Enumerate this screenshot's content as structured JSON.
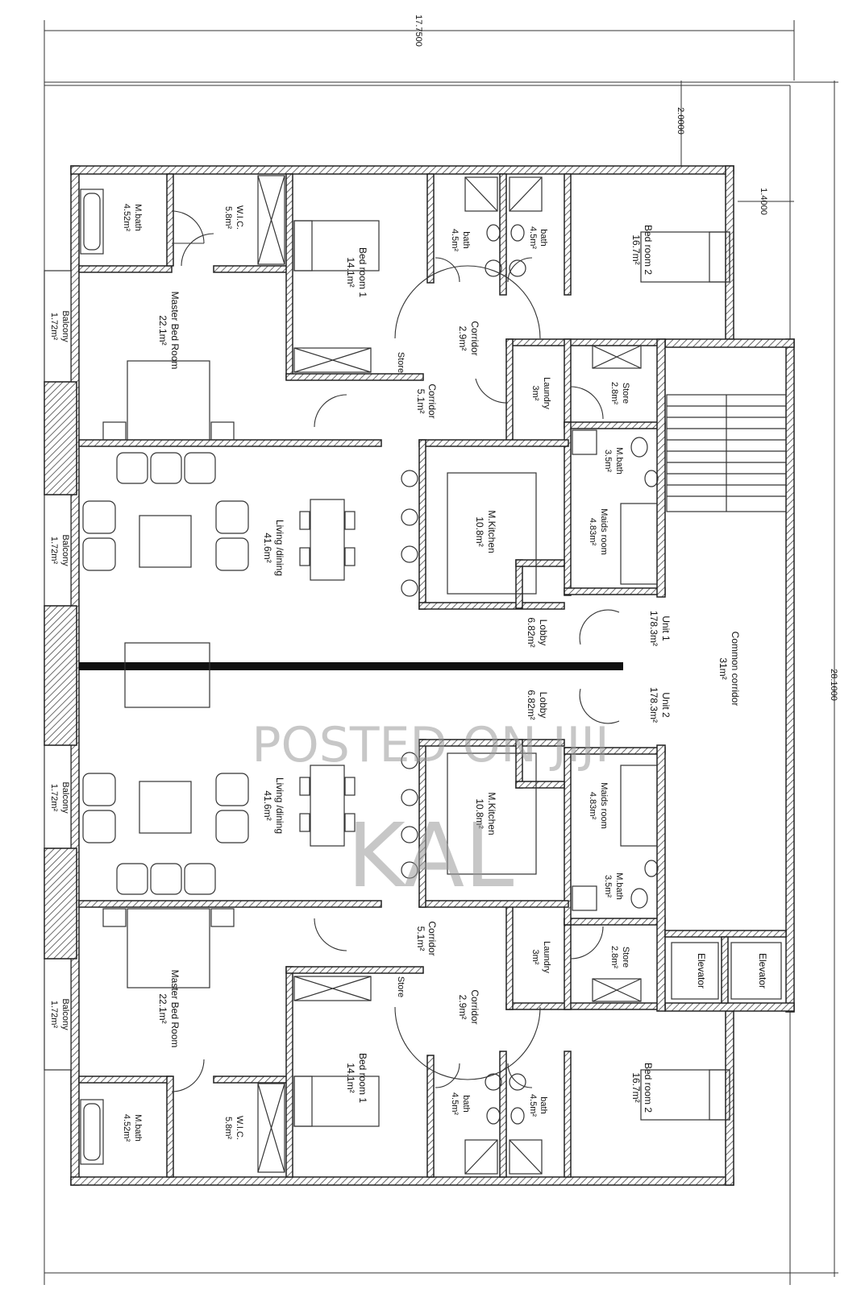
{
  "dimensions": {
    "overall_width": "17.7500",
    "overall_length": "28.1000",
    "offset_top": "2.0000",
    "offset_side": "1.4000"
  },
  "unit1": {
    "master_bath": {
      "name": "M.bath",
      "area": "4.52m²"
    },
    "wic": {
      "name": "W.I.C.",
      "area": "5.8m²"
    },
    "bedroom1": {
      "name": "Bed room 1",
      "area": "14.1m²"
    },
    "bath_a": {
      "name": "bath",
      "area": "4.5m²"
    },
    "bath_b": {
      "name": "bath",
      "area": "4.5m²"
    },
    "bedroom2": {
      "name": "Bed room 2",
      "area": "16.7m²"
    },
    "balcony1": {
      "name": "Balcony",
      "area": "1.72m²"
    },
    "master_bedroom": {
      "name": "Master Bed Room",
      "area": "22.1m²"
    },
    "corridor_a": {
      "name": "Corridor",
      "area": "2.9m²"
    },
    "store_small": {
      "name": "Store"
    },
    "corridor_b": {
      "name": "Corridor",
      "area": "5.1m²"
    },
    "laundry": {
      "name": "Laundry",
      "area": "3m²"
    },
    "store": {
      "name": "Store",
      "area": "2.8m²"
    },
    "maid_bath": {
      "name": "M.bath",
      "area": "3.5m²"
    },
    "maids_room": {
      "name": "Maids room",
      "area": "4.83m²"
    },
    "balcony2": {
      "name": "Balcony",
      "area": "1.72m²"
    },
    "living": {
      "name": "Living /dining",
      "area": "41.6m²"
    },
    "kitchen": {
      "name": "M.Kitchen",
      "area": "10.8m²"
    },
    "lobby": {
      "name": "Lobby",
      "area": "6.82m²"
    },
    "unit": {
      "name": "Unit 1",
      "area": "178.3m²"
    }
  },
  "unit2": {
    "unit": {
      "name": "Unit 2",
      "area": "178.3m²"
    },
    "lobby": {
      "name": "Lobby",
      "area": "6.82m²"
    },
    "balcony1": {
      "name": "Balcony",
      "area": "1.72m²"
    },
    "living": {
      "name": "Living /dining",
      "area": "41.6m²"
    },
    "kitchen": {
      "name": "M.Kitchen",
      "area": "10.8m²"
    },
    "maids_room": {
      "name": "Maids room",
      "area": "4.83m²"
    },
    "maid_bath": {
      "name": "M.bath",
      "area": "3.5m²"
    },
    "corridor_b": {
      "name": "Corridor",
      "area": "5.1m²"
    },
    "laundry": {
      "name": "Laundry",
      "area": "3m²"
    },
    "store": {
      "name": "Store",
      "area": "2.8m²"
    },
    "balcony2": {
      "name": "Balcony",
      "area": "1.72m²"
    },
    "master_bedroom": {
      "name": "Master Bed Room",
      "area": "22.1m²"
    },
    "store_small": {
      "name": "Store"
    },
    "corridor_a": {
      "name": "Corridor",
      "area": "2.9m²"
    },
    "bedroom1": {
      "name": "Bed room 1",
      "area": "14.1m²"
    },
    "bedroom2": {
      "name": "Bed room 2",
      "area": "16.7m²"
    },
    "master_bath": {
      "name": "M.bath",
      "area": "4.52m²"
    },
    "wic": {
      "name": "W.I.C.",
      "area": "5.8m²"
    },
    "bath_a": {
      "name": "bath",
      "area": "4.5m²"
    },
    "bath_b": {
      "name": "bath",
      "area": "4.5m²"
    }
  },
  "common": {
    "corridor": {
      "name": "Common corridor",
      "area": "31m²"
    },
    "elevator1": "Elevator",
    "elevator2": "Elevator"
  },
  "watermark": {
    "line1": "POSTED ON JIJI",
    "line2": "KAL"
  }
}
